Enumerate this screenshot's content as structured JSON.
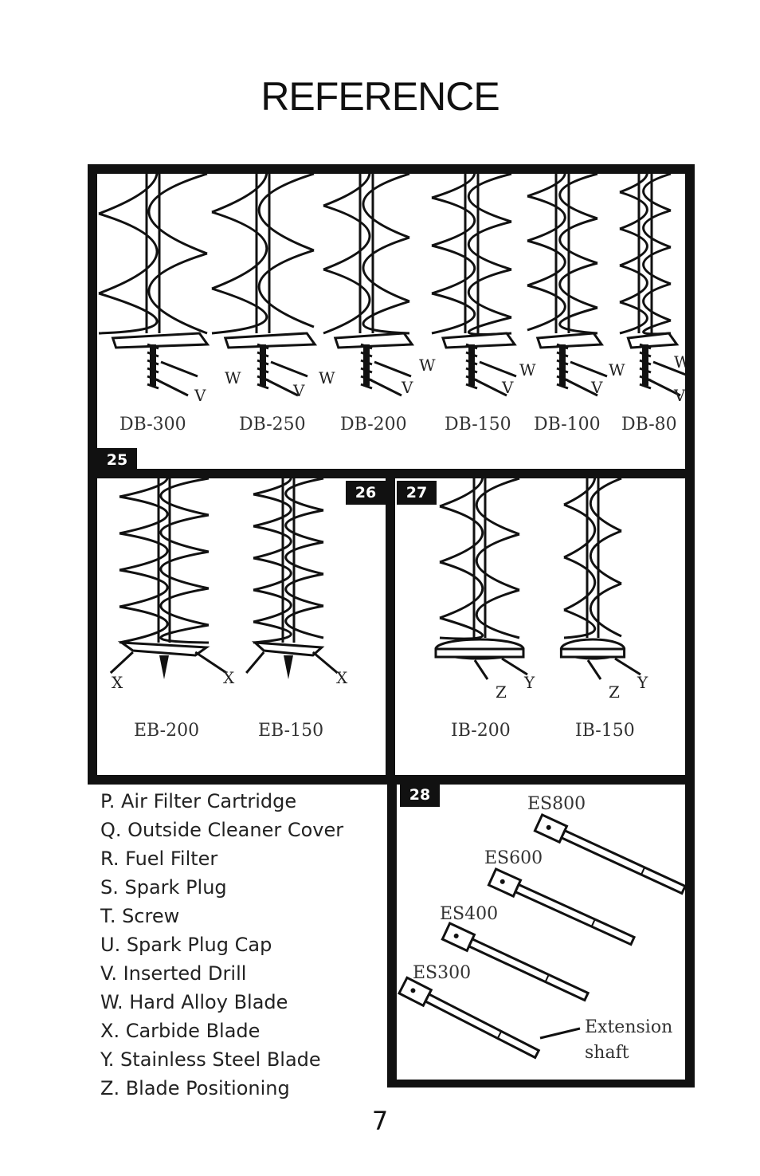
{
  "page": {
    "title": "REFERENCE",
    "page_number": "7"
  },
  "figures": {
    "f25": {
      "number": "25",
      "models": [
        "DB-300",
        "DB-250",
        "DB-200",
        "DB-150",
        "DB-100",
        "DB-80"
      ],
      "labels": {
        "w": "W",
        "v": "V"
      }
    },
    "f26": {
      "number": "26",
      "models": [
        "EB-200",
        "EB-150"
      ],
      "labels": {
        "x": "X"
      }
    },
    "f27": {
      "number": "27",
      "models": [
        "IB-200",
        "IB-150"
      ],
      "labels": {
        "z": "Z",
        "y": "Y"
      }
    },
    "f28": {
      "number": "28",
      "models": [
        "ES800",
        "ES600",
        "ES400",
        "ES300"
      ],
      "caption_line1": "Extension",
      "caption_line2": "shaft"
    }
  },
  "legend": [
    "P. Air Filter Cartridge",
    "Q. Outside Cleaner Cover",
    "R. Fuel Filter",
    "S. Spark Plug",
    "T. Screw",
    "U. Spark Plug Cap",
    "V. Inserted Drill",
    "W. Hard Alloy Blade",
    "X. Carbide Blade",
    "Y. Stainless Steel Blade",
    "Z. Blade Positioning"
  ]
}
